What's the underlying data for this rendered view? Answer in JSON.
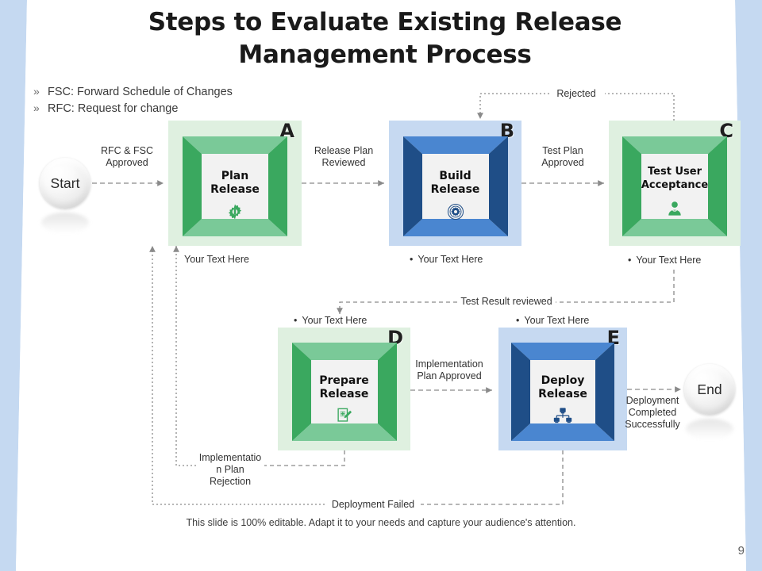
{
  "slide": {
    "title": "Steps to Evaluate Existing Release Management Process",
    "title_line1": "Steps to Evaluate Existing Release",
    "title_line2": "Management Process",
    "footer": "This slide is 100% editable. Adapt it to your needs and capture your audience's attention.",
    "page_number": "9",
    "background": "#ffffff",
    "band_color": "#c5d9f1"
  },
  "legend": {
    "marker": "»",
    "items": [
      {
        "text": "FSC: Forward Schedule of Changes"
      },
      {
        "text": "RFC: Request for change"
      }
    ]
  },
  "nodes": {
    "start": {
      "label": "Start"
    },
    "end": {
      "label": "End"
    }
  },
  "steps": [
    {
      "letter": "A",
      "title_line1": "Plan",
      "title_line2": "Release",
      "icon": "gear-icon",
      "color": "green",
      "panel_bg": "#dff0e0",
      "frame_light": "#7ac998",
      "frame_dark": "#3aa85f",
      "caption": "Your Text Here",
      "caption_bullet": false
    },
    {
      "letter": "B",
      "title_line1": "Build",
      "title_line2": "Release",
      "icon": "settings-gear-icon",
      "color": "blue",
      "panel_bg": "#c6d9f1",
      "frame_light": "#4a86d0",
      "frame_dark": "#1f4e87",
      "caption": "Your Text Here",
      "caption_bullet": true
    },
    {
      "letter": "C",
      "title_line1": "Test User",
      "title_line2": "Acceptance",
      "icon": "user-icon",
      "color": "green",
      "panel_bg": "#dff0e0",
      "frame_light": "#7ac998",
      "frame_dark": "#3aa85f",
      "caption": "Your Text Here",
      "caption_bullet": true
    },
    {
      "letter": "D",
      "title_line1": "Prepare",
      "title_line2": "Release",
      "icon": "document-edit-icon",
      "color": "green",
      "panel_bg": "#dff0e0",
      "frame_light": "#7ac998",
      "frame_dark": "#3aa85f",
      "caption": "Your Text Here",
      "caption_bullet": true
    },
    {
      "letter": "E",
      "title_line1": "Deploy",
      "title_line2": "Release",
      "icon": "network-icon",
      "color": "blue",
      "panel_bg": "#c6d9f1",
      "frame_light": "#4a86d0",
      "frame_dark": "#1f4e87",
      "caption": "Your Text Here",
      "caption_bullet": true
    }
  ],
  "connectors": [
    {
      "id": "start-to-a",
      "label_line1": "RFC & FSC",
      "label_line2": "Approved"
    },
    {
      "id": "a-to-b",
      "label_line1": "Release Plan",
      "label_line2": "Reviewed"
    },
    {
      "id": "b-to-c",
      "label_line1": "Test Plan",
      "label_line2": "Approved"
    },
    {
      "id": "c-to-b-rejected",
      "label_line1": "Rejected",
      "label_line2": ""
    },
    {
      "id": "c-to-d",
      "label_line1": "Test Result reviewed",
      "label_line2": ""
    },
    {
      "id": "d-to-e",
      "label_line1": "Implementation",
      "label_line2": "Plan Approved"
    },
    {
      "id": "e-to-end",
      "label_line1": "Deployment",
      "label_line2": "Completed",
      "label_line3": "Successfully"
    },
    {
      "id": "d-to-a-rejection",
      "label_line1": "Implementatio",
      "label_line2": "n Plan",
      "label_line3": "Rejection"
    },
    {
      "id": "e-to-a-failed",
      "label_line1": "Deployment Failed",
      "label_line2": ""
    }
  ]
}
